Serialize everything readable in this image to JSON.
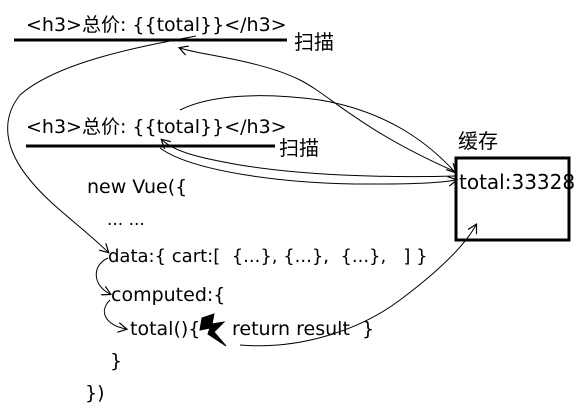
{
  "template_line_top": "<h3>总价: {{total}}</h3>",
  "scan_label_top": "扫描",
  "template_line_bottom": "<h3>总价: {{total}}</h3>",
  "scan_label_bottom": "扫描",
  "cache": {
    "label": "缓存",
    "content": "total:33328"
  },
  "code_lines": [
    "new Vue({",
    "... ...",
    "data:{ cart:[  {...}, {...},  {...},   ] }",
    "computed:{",
    "total(){",
    "return result  }",
    "}",
    "})"
  ]
}
